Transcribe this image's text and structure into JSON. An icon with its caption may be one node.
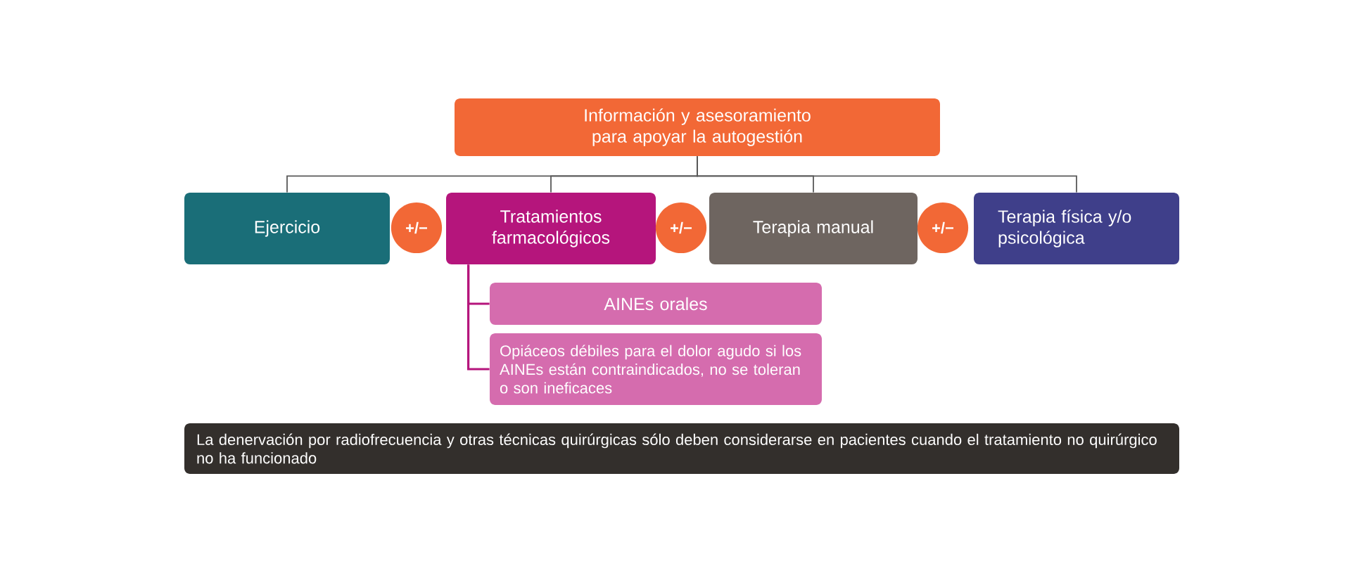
{
  "diagram": {
    "nodes": [
      {
        "text": [
          "Información y asesoramiento para apoyar la autogestión"
        ]
      },
      {
        "text": [
          "Ejercicio"
        ]
      },
      {
        "text": [
          "+/−"
        ]
      },
      {
        "text": [
          "Tratamientos farmacológicos"
        ]
      },
      {
        "text": [
          "+/−"
        ]
      },
      {
        "text": [
          "Terapia manual"
        ]
      },
      {
        "text": [
          "+/−"
        ]
      },
      {
        "text": [
          "Terapia física y/o psicológica"
        ]
      },
      {
        "text": [
          "AINEs orales"
        ]
      },
      {
        "text": [
          "Opiáceos débiles para el dolor agudo si los AINEs están contraindicados, no se toleran o son ineficaces"
        ]
      },
      {
        "text": [
          "La denervación por radiofrecuencia y otras técnicas quirúrgicas sólo deben considerarse en pacientes cuando el tratamiento no quirúrgico no ha funcionado"
        ]
      }
    ],
    "edges": [
      {
        "from": 0,
        "to": 1,
        "arrow": "none"
      },
      {
        "from": 0,
        "to": 3,
        "arrow": "none"
      },
      {
        "from": 0,
        "to": 5,
        "arrow": "none"
      },
      {
        "from": 0,
        "to": 7,
        "arrow": "none"
      },
      {
        "from": 3,
        "to": 8,
        "arrow": "none",
        "color": "#b5157c"
      },
      {
        "from": 3,
        "to": 9,
        "arrow": "none",
        "color": "#b5157c"
      }
    ]
  }
}
